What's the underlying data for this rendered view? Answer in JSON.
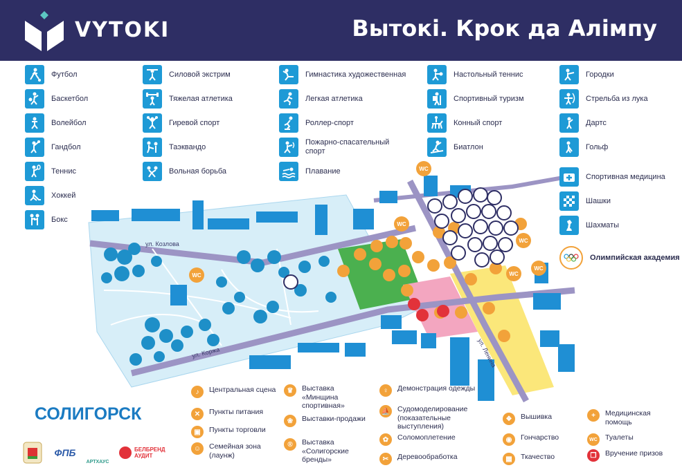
{
  "header": {
    "brand": "VYTOKI",
    "title": "Вытокі. Крок да Алімпу"
  },
  "legend_columns": [
    [
      {
        "label": "Футбол",
        "icon": "football-icon"
      },
      {
        "label": "Баскетбол",
        "icon": "basketball-icon"
      },
      {
        "label": "Волейбол",
        "icon": "volleyball-icon"
      },
      {
        "label": "Гандбол",
        "icon": "handball-icon"
      },
      {
        "label": "Теннис",
        "icon": "tennis-icon"
      },
      {
        "label": "Хоккей",
        "icon": "hockey-icon"
      },
      {
        "label": "Бокс",
        "icon": "boxing-icon"
      }
    ],
    [
      {
        "label": "Силовой экстрим",
        "icon": "strongman-icon"
      },
      {
        "label": "Тяжелая атлетика",
        "icon": "weightlifting-icon"
      },
      {
        "label": "Гиревой спорт",
        "icon": "kettlebell-icon"
      },
      {
        "label": "Таэквандо",
        "icon": "taekwondo-icon"
      },
      {
        "label": "Вольная борьба",
        "icon": "wrestling-icon"
      }
    ],
    [
      {
        "label": "Гимнастика художественная",
        "icon": "gymnastics-icon"
      },
      {
        "label": "Легкая атлетика",
        "icon": "athletics-icon"
      },
      {
        "label": "Роллер-спорт",
        "icon": "roller-icon"
      },
      {
        "label": "Пожарно-спасательный спорт",
        "icon": "firefighting-icon"
      },
      {
        "label": "Плавание",
        "icon": "swimming-icon"
      }
    ],
    [
      {
        "label": "Настольный теннис",
        "icon": "table-tennis-icon"
      },
      {
        "label": "Спортивный туризм",
        "icon": "tourism-icon"
      },
      {
        "label": "Конный спорт",
        "icon": "equestrian-icon"
      },
      {
        "label": "Биатлон",
        "icon": "biathlon-icon"
      }
    ],
    [
      {
        "label": "Городки",
        "icon": "gorodki-icon"
      },
      {
        "label": "Стрельба из лука",
        "icon": "archery-icon"
      },
      {
        "label": "Дартс",
        "icon": "darts-icon"
      },
      {
        "label": "Гольф",
        "icon": "golf-icon"
      },
      {
        "label": "Спортивная медицина",
        "icon": "sports-medicine-icon"
      },
      {
        "label": "Шашки",
        "icon": "checkers-icon"
      },
      {
        "label": "Шахматы",
        "icon": "chess-icon"
      },
      {
        "label": "Олимпийская академия",
        "icon": "olympic-academy-icon"
      }
    ]
  ],
  "map": {
    "streets": [
      "ул. Козлова",
      "ул. Коржа",
      "ул. Ленина"
    ],
    "wc_label": "WC"
  },
  "city": "СОЛИГОРСК",
  "bottom_legend": [
    {
      "label": "Центральная сцена",
      "icon": "stage-icon",
      "glyph": "♪"
    },
    {
      "label": "Пункты питания",
      "icon": "food-icon",
      "glyph": "✕"
    },
    {
      "label": "Пункты торговли",
      "icon": "shop-icon",
      "glyph": "▣"
    },
    {
      "label": "Семейная зона (лаунж)",
      "icon": "family-icon",
      "glyph": "☺"
    },
    {
      "label": "Выставка «Минщина спортивная»",
      "icon": "trophy-icon",
      "glyph": "♛"
    },
    {
      "label": "Выставки-продажи",
      "icon": "sale-icon",
      "glyph": "❀"
    },
    {
      "label": "Выставка «Солигорские бренды»",
      "icon": "brand-icon",
      "glyph": "®"
    },
    {
      "label": "Демонстрация одежды",
      "icon": "dress-icon",
      "glyph": "♀"
    },
    {
      "label": "Судомоделирование (показательные выступления)",
      "icon": "ship-icon",
      "glyph": "⛵"
    },
    {
      "label": "Соломоплетение",
      "icon": "straw-icon",
      "glyph": "✿"
    },
    {
      "label": "Деревообработка",
      "icon": "woodwork-icon",
      "glyph": "✂"
    },
    {
      "label": "Вышивка",
      "icon": "embroidery-icon",
      "glyph": "❖"
    },
    {
      "label": "Гончарство",
      "icon": "pottery-icon",
      "glyph": "◉"
    },
    {
      "label": "Ткачество",
      "icon": "weaving-icon",
      "glyph": "▦"
    },
    {
      "label": "Медицинская помощь",
      "icon": "medical-icon",
      "glyph": "+"
    },
    {
      "label": "Туалеты",
      "icon": "wc-icon",
      "glyph": "WC"
    },
    {
      "label": "Вручение призов",
      "icon": "gift-icon",
      "glyph": "❒"
    }
  ],
  "org_logos": [
    {
      "name": "coat-of-arms-logo",
      "text": ""
    },
    {
      "name": "fpb-logo",
      "text": "ФПБ"
    },
    {
      "name": "artkhaus-logo",
      "text": "АРТХАУС"
    },
    {
      "name": "belbrend-logo",
      "text": "БЕЛБРЕНД АУДИТ"
    }
  ],
  "colors": {
    "header_bg": "#2e2e64",
    "sport_blue": "#1e9ad6",
    "pin_orange": "#f2a23a",
    "pin_red": "#e2323a",
    "park_light": "#d7eef8",
    "zone_green": "#4bb04f",
    "zone_pink": "#f3a6c0",
    "zone_yellow": "#fbe77a",
    "building": "#1f8fd4",
    "road": "#9c94c4"
  }
}
